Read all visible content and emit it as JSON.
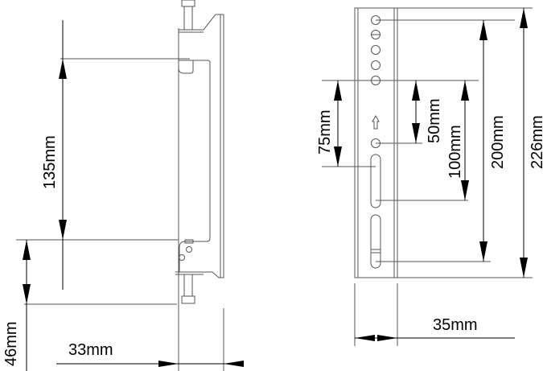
{
  "dimensions": {
    "side_height": "135mm",
    "side_bottom_offset": "46mm",
    "side_depth": "33mm",
    "front_75": "75mm",
    "front_50": "50mm",
    "front_100": "100mm",
    "front_200": "200mm",
    "front_226": "226mm",
    "front_width": "35mm"
  },
  "colors": {
    "line": "#555555",
    "text": "#000000"
  }
}
